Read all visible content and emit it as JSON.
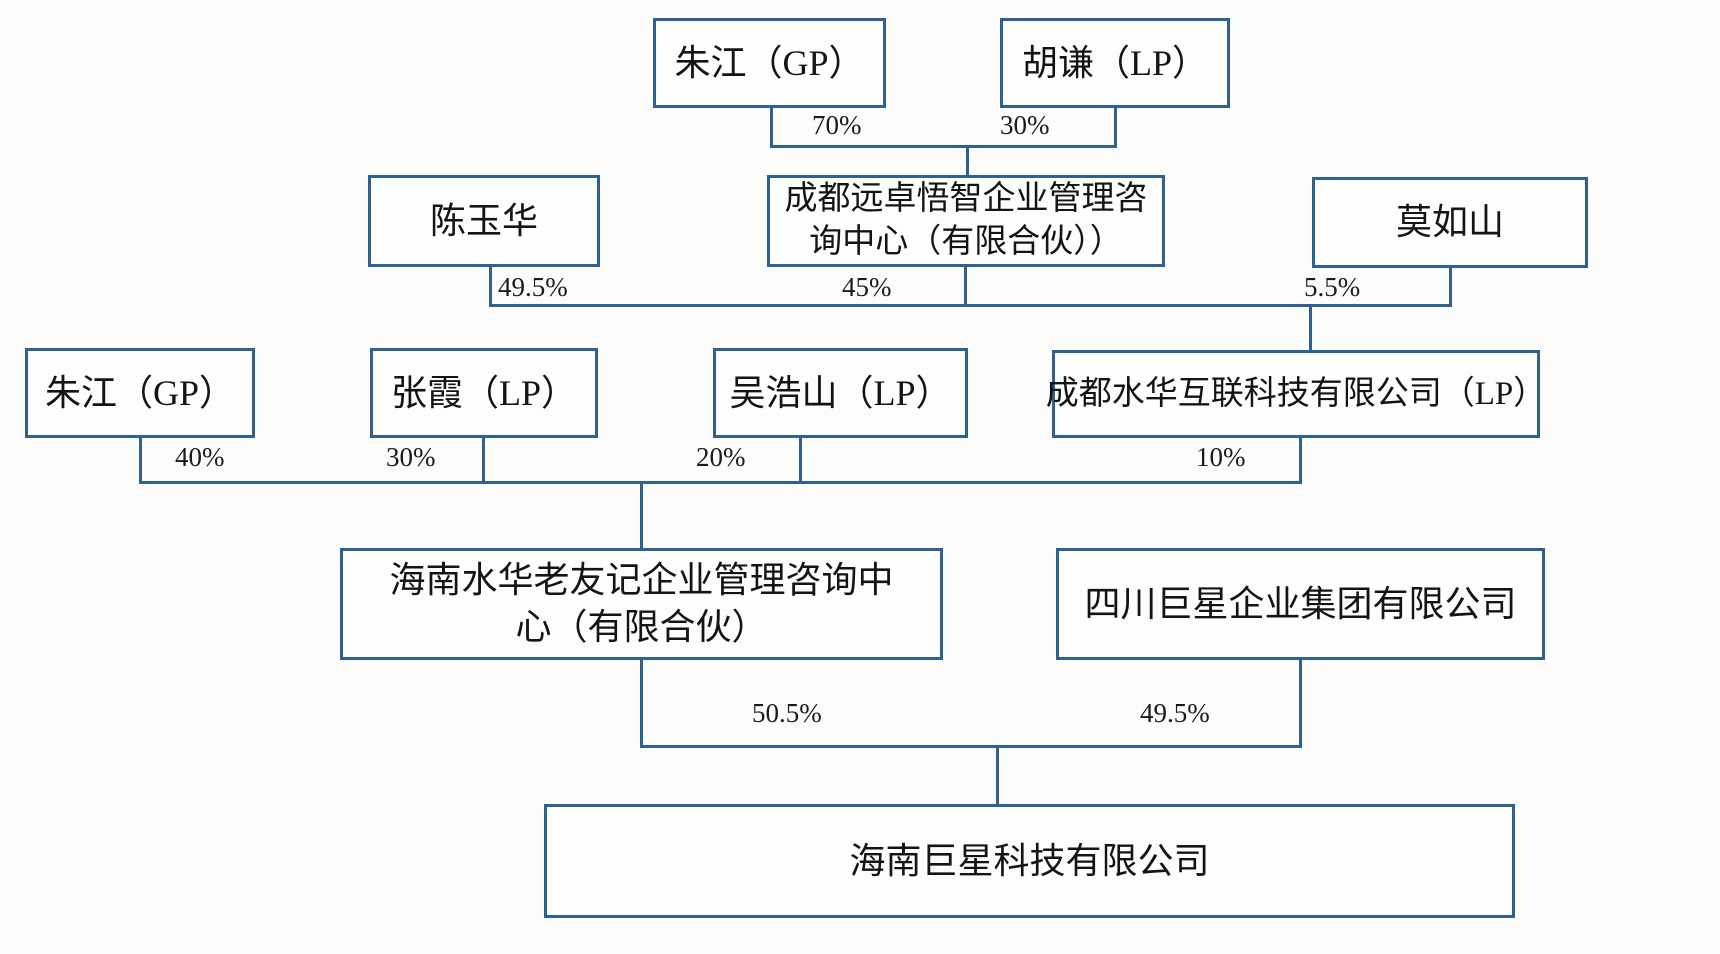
{
  "diagram": {
    "type": "equity-ownership-structure-chart",
    "nodes": {
      "zhu_jiang_top": {
        "label": "朱江（GP）"
      },
      "hu_qian": {
        "label": "胡谦（LP）"
      },
      "chen_yu_hua": {
        "label": "陈玉华"
      },
      "chengdu_yuanzhuo": {
        "line1": "成都远卓悟智企业管理咨",
        "line2": "询中心（有限合伙））"
      },
      "mo_ru_shan": {
        "label": "莫如山"
      },
      "zhu_jiang_mid": {
        "label": "朱江（GP）"
      },
      "zhang_xia": {
        "label": "张霞（LP）"
      },
      "wu_hao_shan": {
        "label": "吴浩山（LP）"
      },
      "chengdu_shuihua": {
        "label": "成都水华互联科技有限公司（LP）"
      },
      "hainan_shuihua": {
        "line1": "海南水华老友记企业管理咨询中",
        "line2": "心（有限合伙）"
      },
      "sichuan_juxing": {
        "label": "四川巨星企业集团有限公司"
      },
      "hainan_juxing": {
        "label": "海南巨星科技有限公司"
      }
    },
    "ownership": {
      "zhu_top_to_yuanzhuo": "70%",
      "hu_qian_to_yuanzhuo": "30%",
      "chen_to_shuihua": "49.5%",
      "yuanzhuo_to_shuihua": "45%",
      "mo_to_shuihua": "5.5%",
      "zhu_mid_to_hainanshuihua": "40%",
      "zhang_to_hainanshuihua": "30%",
      "wu_to_hainanshuihua": "20%",
      "shuihua_to_hainanshuihua": "10%",
      "hainanshuihua_to_juxing": "50.5%",
      "sichuan_to_juxing": "49.5%"
    },
    "colors": {
      "box_border": "#2e618f",
      "connector": "#2e618f",
      "text": "#141414",
      "background": "#fcfcfa"
    }
  }
}
